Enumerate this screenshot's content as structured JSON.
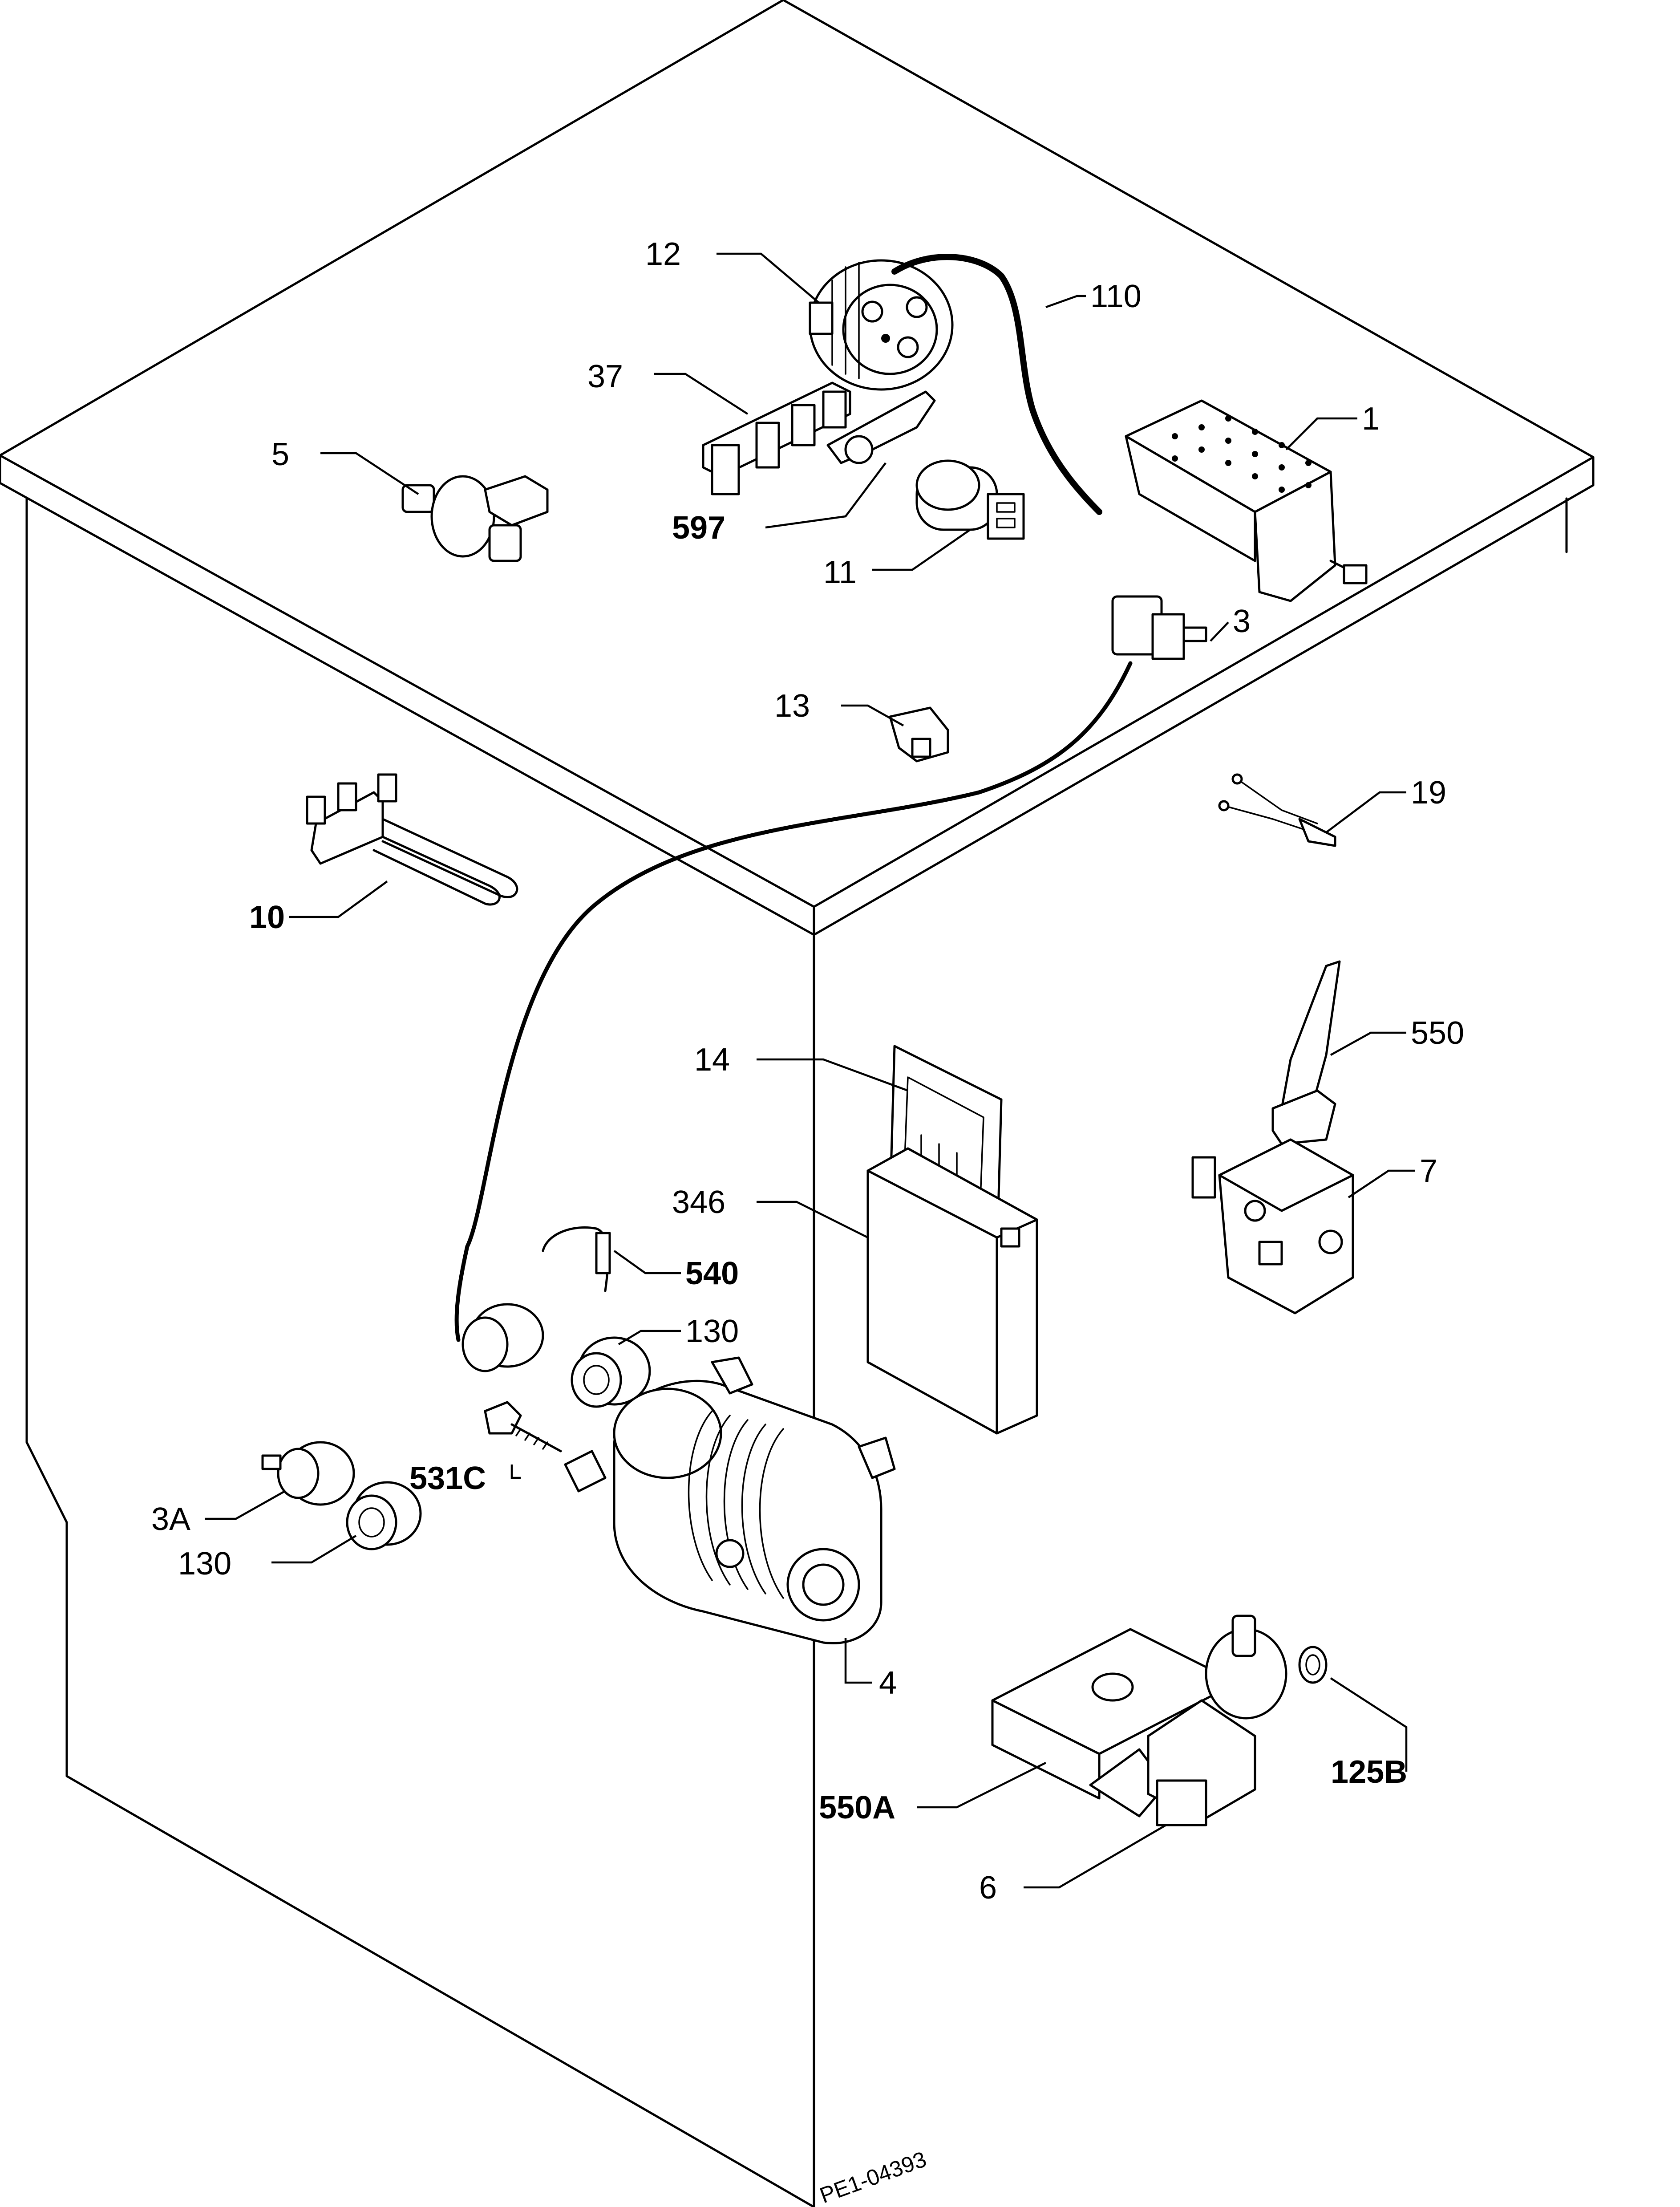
{
  "drawing_code": "PE1-04393",
  "callouts": {
    "c12": "12",
    "c110": "110",
    "c37": "37",
    "c1": "1",
    "c5": "5",
    "c597": "597",
    "c11": "11",
    "c3": "3",
    "c13": "13",
    "c19": "19",
    "c10": "10",
    "c550": "550",
    "c14": "14",
    "c7": "7",
    "c346": "346",
    "c540": "540",
    "c130a": "130",
    "c531c": "531C",
    "c3a": "3A",
    "c130b": "130",
    "c4": "4",
    "c550a": "550A",
    "c125b": "125B",
    "c6": "6"
  }
}
